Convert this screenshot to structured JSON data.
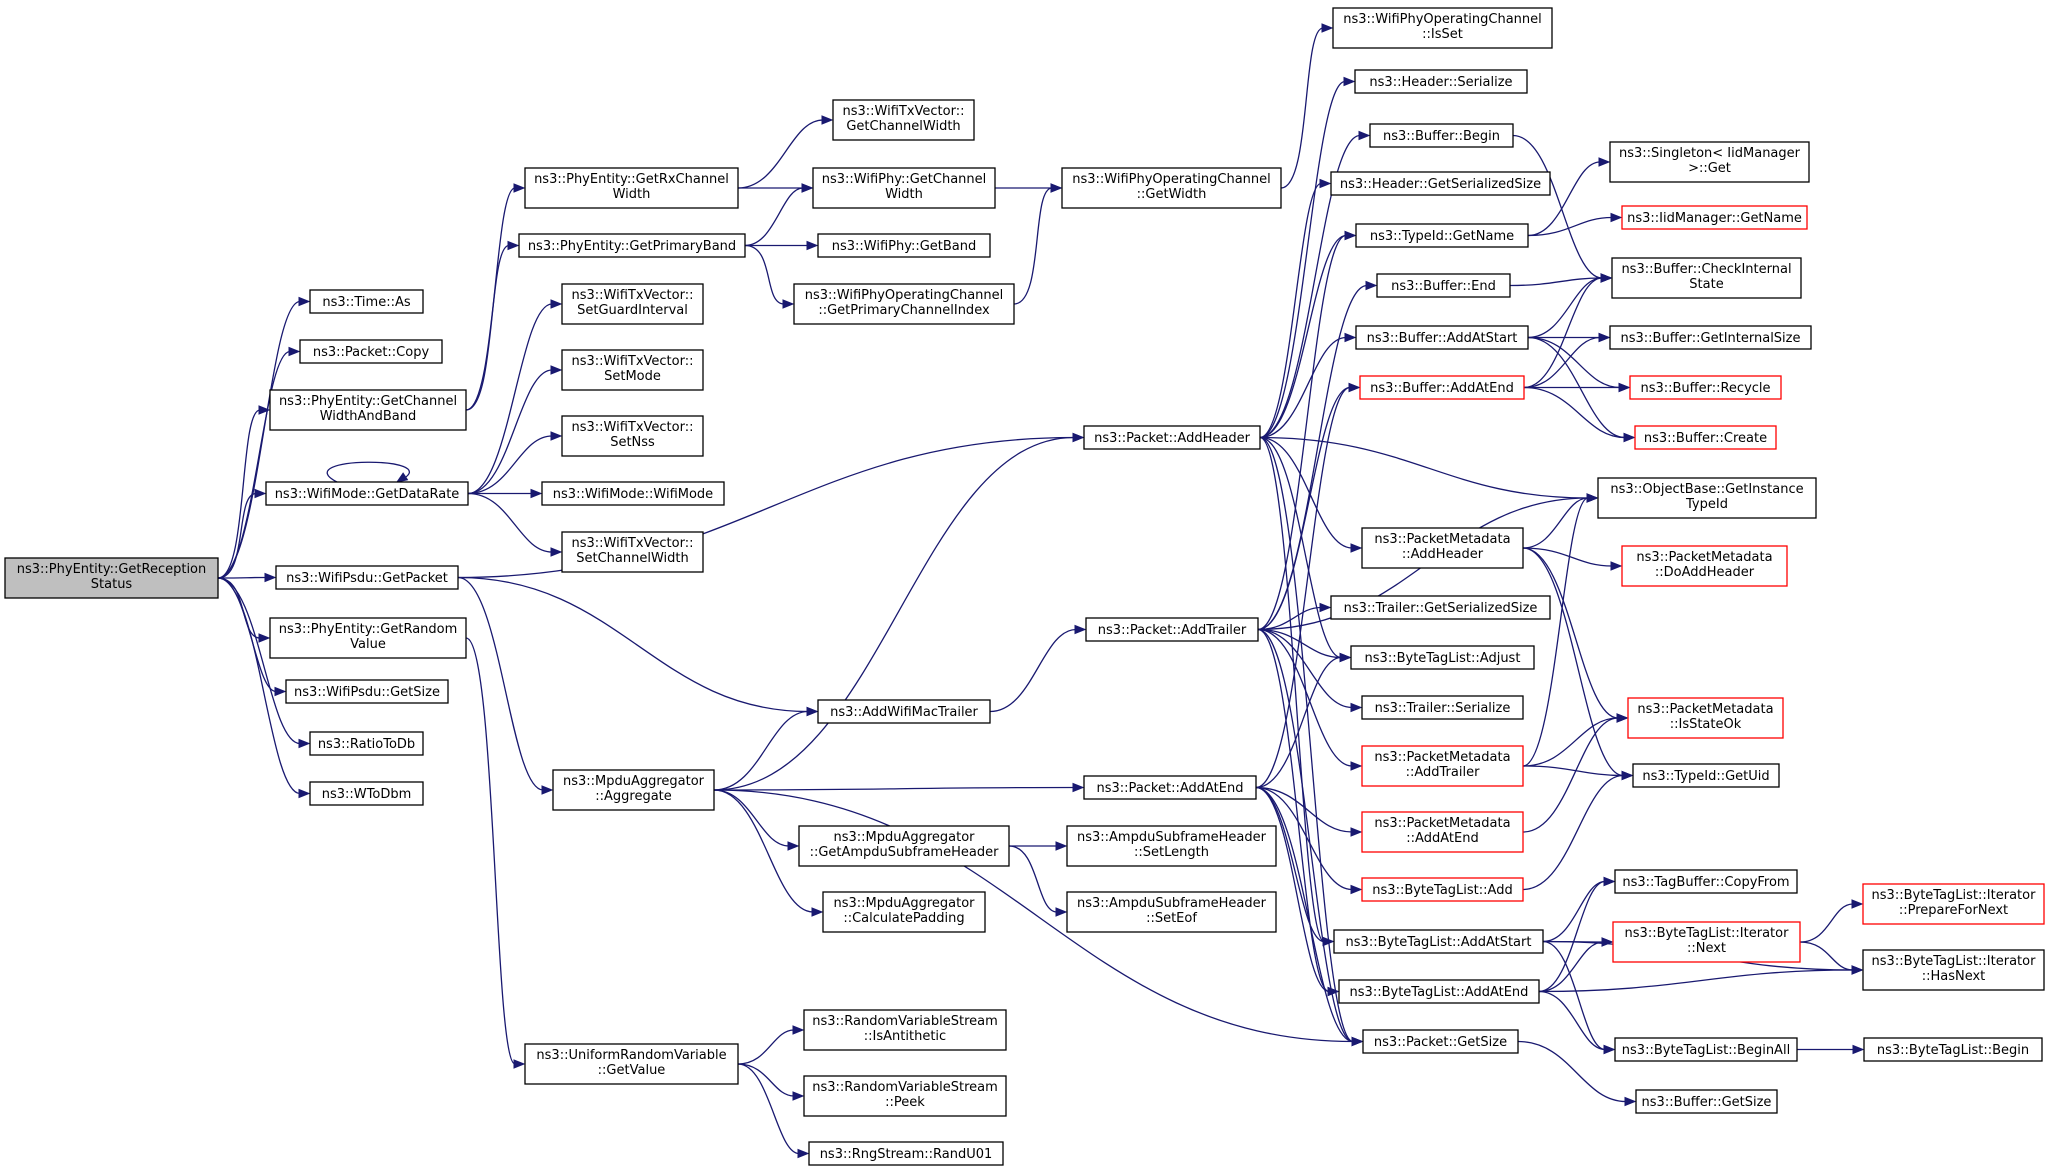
{
  "graph": {
    "title": "",
    "nodes": {
      "root": [
        "ns3::PhyEntity::GetReception",
        "Status"
      ],
      "time_as": [
        "ns3::Time::As"
      ],
      "packet_copy": [
        "ns3::Packet::Copy"
      ],
      "get_channel_width_and_band": [
        "ns3::PhyEntity::GetChannel",
        "WidthAndBand"
      ],
      "get_data_rate": [
        "ns3::WifiMode::GetDataRate"
      ],
      "psdu_get_packet": [
        "ns3::WifiPsdu::GetPacket"
      ],
      "get_random_value": [
        "ns3::PhyEntity::GetRandom",
        "Value"
      ],
      "psdu_get_size": [
        "ns3::WifiPsdu::GetSize"
      ],
      "ratio_to_db": [
        "ns3::RatioToDb"
      ],
      "w_to_dbm": [
        "ns3::WToDbm"
      ],
      "get_rx_channel_width": [
        "ns3::PhyEntity::GetRxChannel",
        "Width"
      ],
      "get_primary_band": [
        "ns3::PhyEntity::GetPrimaryBand"
      ],
      "txv_set_guard_interval": [
        "ns3::WifiTxVector::",
        "SetGuardInterval"
      ],
      "txv_set_mode": [
        "ns3::WifiTxVector::",
        "SetMode"
      ],
      "txv_set_nss": [
        "ns3::WifiTxVector::",
        "SetNss"
      ],
      "wifimode_ctor": [
        "ns3::WifiMode::WifiMode"
      ],
      "txv_set_channel_width": [
        "ns3::WifiTxVector::",
        "SetChannelWidth"
      ],
      "txv_get_channel_width": [
        "ns3::WifiTxVector::",
        "GetChannelWidth"
      ],
      "wifiphy_get_channel_width": [
        "ns3::WifiPhy::GetChannel",
        "Width"
      ],
      "wifiphy_get_band": [
        "ns3::WifiPhy::GetBand"
      ],
      "opch_get_primary_index": [
        "ns3::WifiPhyOperatingChannel",
        "::GetPrimaryChannelIndex"
      ],
      "opch_get_width": [
        "ns3::WifiPhyOperatingChannel",
        "::GetWidth"
      ],
      "opch_is_set": [
        "ns3::WifiPhyOperatingChannel",
        "::IsSet"
      ],
      "mpdu_aggregate": [
        "ns3::MpduAggregator",
        "::Aggregate"
      ],
      "add_wifi_mac_trailer": [
        "ns3::AddWifiMacTrailer"
      ],
      "uniform_get_value": [
        "ns3::UniformRandomVariable",
        "::GetValue"
      ],
      "packet_add_header": [
        "ns3::Packet::AddHeader"
      ],
      "packet_add_trailer": [
        "ns3::Packet::AddTrailer"
      ],
      "packet_add_at_end": [
        "ns3::Packet::AddAtEnd"
      ],
      "mpdu_get_subframe_header": [
        "ns3::MpduAggregator",
        "::GetAmpduSubframeHeader"
      ],
      "mpdu_calculate_padding": [
        "ns3::MpduAggregator",
        "::CalculatePadding"
      ],
      "rvs_is_antithetic": [
        "ns3::RandomVariableStream",
        "::IsAntithetic"
      ],
      "rvs_peek": [
        "ns3::RandomVariableStream",
        "::Peek"
      ],
      "rng_rand_u01": [
        "ns3::RngStream::RandU01"
      ],
      "subframe_set_length": [
        "ns3::AmpduSubframeHeader",
        "::SetLength"
      ],
      "subframe_set_eof": [
        "ns3::AmpduSubframeHeader",
        "::SetEof"
      ],
      "header_serialize": [
        "ns3::Header::Serialize"
      ],
      "buffer_begin": [
        "ns3::Buffer::Begin"
      ],
      "header_get_serialized_size": [
        "ns3::Header::GetSerializedSize"
      ],
      "typeid_get_name": [
        "ns3::TypeId::GetName"
      ],
      "buffer_end": [
        "ns3::Buffer::End"
      ],
      "buffer_add_at_start": [
        "ns3::Buffer::AddAtStart"
      ],
      "buffer_add_at_end": [
        "ns3::Buffer::AddAtEnd"
      ],
      "pm_add_header": [
        "ns3::PacketMetadata",
        "::AddHeader"
      ],
      "trailer_get_serialized_size": [
        "ns3::Trailer::GetSerializedSize"
      ],
      "btl_adjust": [
        "ns3::ByteTagList::Adjust"
      ],
      "trailer_serialize": [
        "ns3::Trailer::Serialize"
      ],
      "pm_add_trailer": [
        "ns3::PacketMetadata",
        "::AddTrailer"
      ],
      "pm_add_at_end": [
        "ns3::PacketMetadata",
        "::AddAtEnd"
      ],
      "btl_add": [
        "ns3::ByteTagList::Add"
      ],
      "btl_add_at_start": [
        "ns3::ByteTagList::AddAtStart"
      ],
      "btl_add_at_end": [
        "ns3::ByteTagList::AddAtEnd"
      ],
      "packet_get_size": [
        "ns3::Packet::GetSize"
      ],
      "singleton_get": [
        "ns3::Singleton< IidManager",
        " >::Get"
      ],
      "iid_get_name": [
        "ns3::IidManager::GetName"
      ],
      "buffer_check_internal_state": [
        "ns3::Buffer::CheckInternal",
        "State"
      ],
      "buffer_get_internal_size": [
        "ns3::Buffer::GetInternalSize"
      ],
      "buffer_recycle": [
        "ns3::Buffer::Recycle"
      ],
      "buffer_create": [
        "ns3::Buffer::Create"
      ],
      "objectbase_get_instance_typeid": [
        "ns3::ObjectBase::GetInstance",
        "TypeId"
      ],
      "pm_do_add_header": [
        "ns3::PacketMetadata",
        "::DoAddHeader"
      ],
      "pm_is_state_ok": [
        "ns3::PacketMetadata",
        "::IsStateOk"
      ],
      "typeid_get_uid": [
        "ns3::TypeId::GetUid"
      ],
      "tagbuffer_copy_from": [
        "ns3::TagBuffer::CopyFrom"
      ],
      "btl_iter_next": [
        "ns3::ByteTagList::Iterator",
        "::Next"
      ],
      "btl_begin_all": [
        "ns3::ByteTagList::BeginAll"
      ],
      "buffer_get_size": [
        "ns3::Buffer::GetSize"
      ],
      "btl_iter_prepare_for_next": [
        "ns3::ByteTagList::Iterator",
        "::PrepareForNext"
      ],
      "btl_iter_has_next": [
        "ns3::ByteTagList::Iterator",
        "::HasNext"
      ],
      "btl_begin": [
        "ns3::ByteTagList::Begin"
      ]
    }
  },
  "colors": {
    "edge": "#191970",
    "node_border": "#000000",
    "node_border_red": "#ff0000",
    "root_fill": "#bfbfbf",
    "background": "#ffffff"
  }
}
